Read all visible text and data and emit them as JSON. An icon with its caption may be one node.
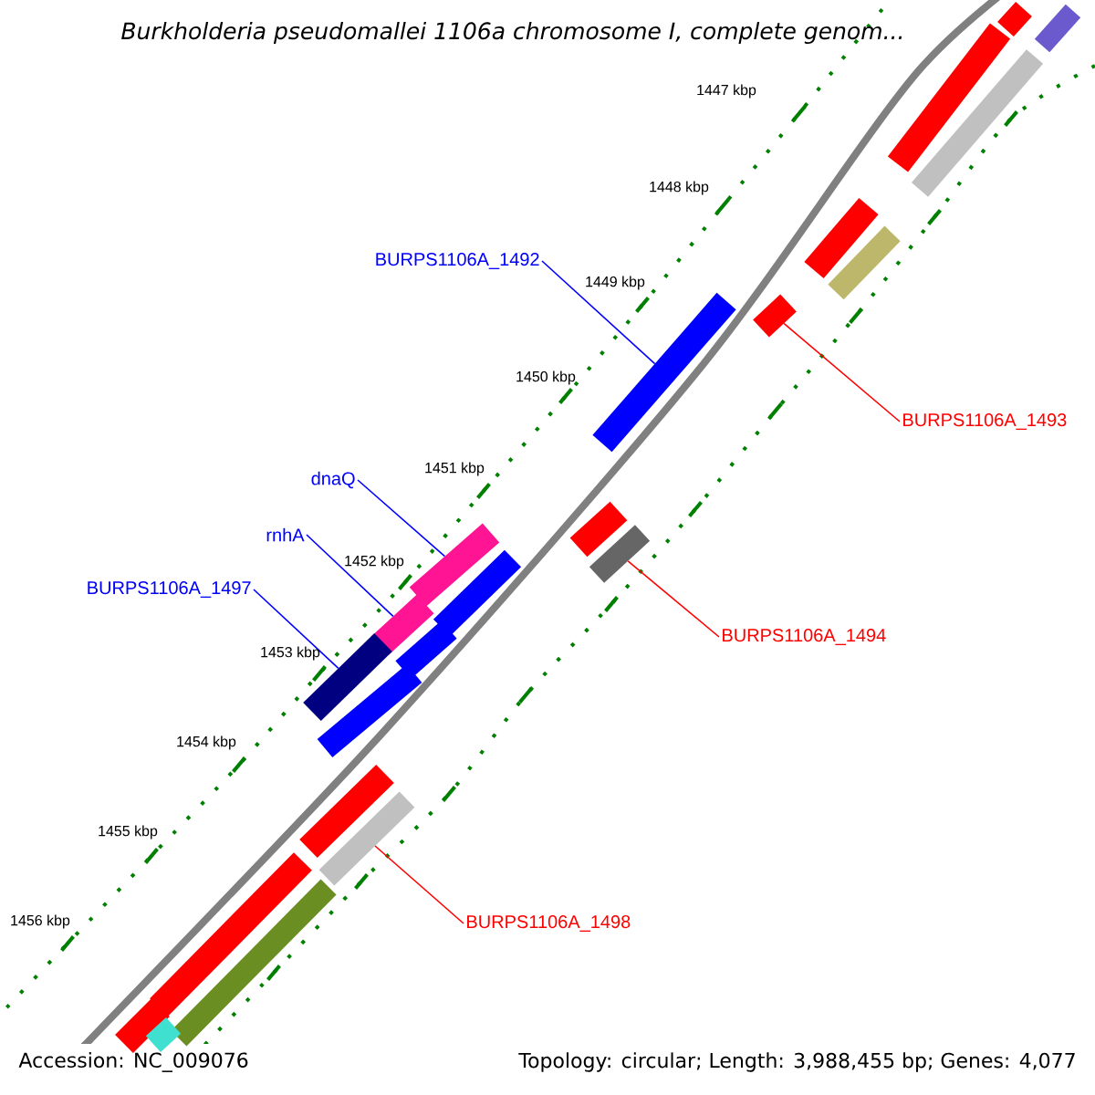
{
  "diagram": {
    "title": "Burkholderia pseudomallei 1106a chromosome I, complete genom...",
    "nodes": [
      {
        "text": [
          "BURPS1106A_1492"
        ]
      },
      {
        "text": [],
        "shape": "bar"
      },
      {
        "text": [
          "BURPS1106A_1493"
        ]
      },
      {
        "text": [],
        "shape": "bar"
      },
      {
        "text": [
          "dnaQ"
        ]
      },
      {
        "text": [],
        "shape": "bar"
      },
      {
        "text": [
          "rnhA"
        ]
      },
      {
        "text": [],
        "shape": "bar"
      },
      {
        "text": [
          "BURPS1106A_1497"
        ]
      },
      {
        "text": [],
        "shape": "bar"
      },
      {
        "text": [
          "BURPS1106A_1494"
        ]
      },
      {
        "text": [],
        "shape": "bar"
      },
      {
        "text": [
          "BURPS1106A_1498"
        ]
      },
      {
        "text": [],
        "shape": "bar"
      },
      {
        "text": [],
        "shape": "bar"
      },
      {
        "text": [],
        "shape": "bar"
      },
      {
        "text": [],
        "shape": "bar"
      },
      {
        "text": [],
        "shape": "bar"
      },
      {
        "text": [],
        "shape": "bar"
      },
      {
        "text": [],
        "shape": "bar"
      },
      {
        "text": [],
        "shape": "bar"
      },
      {
        "text": [],
        "shape": "bar"
      },
      {
        "text": [],
        "shape": "bar"
      },
      {
        "text": [],
        "shape": "bar"
      },
      {
        "text": [],
        "shape": "bar"
      },
      {
        "text": [],
        "shape": "bar"
      },
      {
        "text": [],
        "shape": "bar"
      },
      {
        "text": [],
        "shape": "bar"
      },
      {
        "text": [],
        "shape": "bar"
      }
    ],
    "edges": [
      {
        "from": 0,
        "to": 1,
        "arrow": "none"
      },
      {
        "from": 2,
        "to": 3,
        "arrow": "none",
        "color": "#ff0000"
      },
      {
        "from": 4,
        "to": 5,
        "arrow": "none"
      },
      {
        "from": 6,
        "to": 7,
        "arrow": "none"
      },
      {
        "from": 8,
        "to": 9,
        "arrow": "none"
      },
      {
        "from": 10,
        "to": 11,
        "arrow": "none",
        "color": "#ff0000"
      },
      {
        "from": 12,
        "to": 13,
        "arrow": "none",
        "color": "#ff0000"
      }
    ],
    "labels": [
      "1447 kbp",
      "1448 kbp",
      "1449 kbp",
      "1450 kbp",
      "1451 kbp",
      "1452 kbp",
      "1453 kbp",
      "1454 kbp",
      "1455 kbp",
      "1456 kbp",
      "Accession: NC_009076",
      "Topology: circular; Length: 3,988,455 bp; Genes: 4,077"
    ]
  }
}
